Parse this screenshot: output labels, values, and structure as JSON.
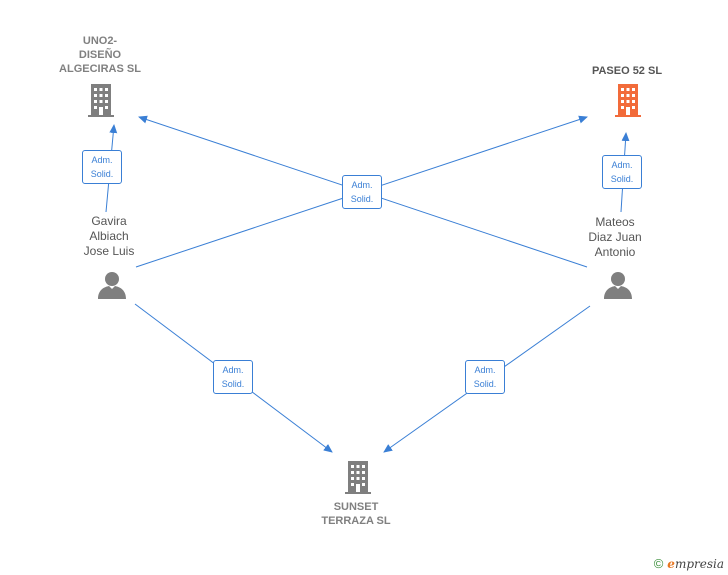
{
  "colors": {
    "edge": "#3a7fd5",
    "company_default": "#7f7f7f",
    "company_highlight": "#f26b3a",
    "person": "#7f7f7f"
  },
  "nodes": {
    "uno2": {
      "label_lines": [
        "UNO2-",
        "DISEÑO",
        "ALGECIRAS SL"
      ],
      "icon": "building-icon"
    },
    "paseo": {
      "label_lines": [
        "PASEO 52 SL"
      ],
      "icon": "building-icon",
      "highlight": true
    },
    "sunset": {
      "label_lines": [
        "SUNSET",
        "TERRAZA SL"
      ],
      "icon": "building-icon"
    },
    "gavira": {
      "label_lines": [
        "Gavira",
        "Albiach",
        "Jose Luis"
      ],
      "icon": "person-icon"
    },
    "mateos": {
      "label_lines": [
        "Mateos",
        "Diaz Juan",
        "Antonio"
      ],
      "icon": "person-icon"
    }
  },
  "edges": [
    {
      "from": "gavira",
      "to": "uno2",
      "label_lines": [
        "Adm.",
        "Solid."
      ]
    },
    {
      "from": "mateos",
      "to": "paseo",
      "label_lines": [
        "Adm.",
        "Solid."
      ]
    },
    {
      "from": "gavira",
      "to": "paseo",
      "label_lines": [
        "Adm.",
        "Solid."
      ]
    },
    {
      "from": "mateos",
      "to": "uno2",
      "label_lines": [
        "Adm.",
        "Solid."
      ]
    },
    {
      "from": "gavira",
      "to": "sunset",
      "label_lines": [
        "Adm.",
        "Solid."
      ]
    },
    {
      "from": "mateos",
      "to": "sunset",
      "label_lines": [
        "Adm.",
        "Solid."
      ]
    }
  ],
  "footer": {
    "copyright_symbol": "©",
    "brand_initial": "e",
    "brand_rest": "mpresia"
  }
}
